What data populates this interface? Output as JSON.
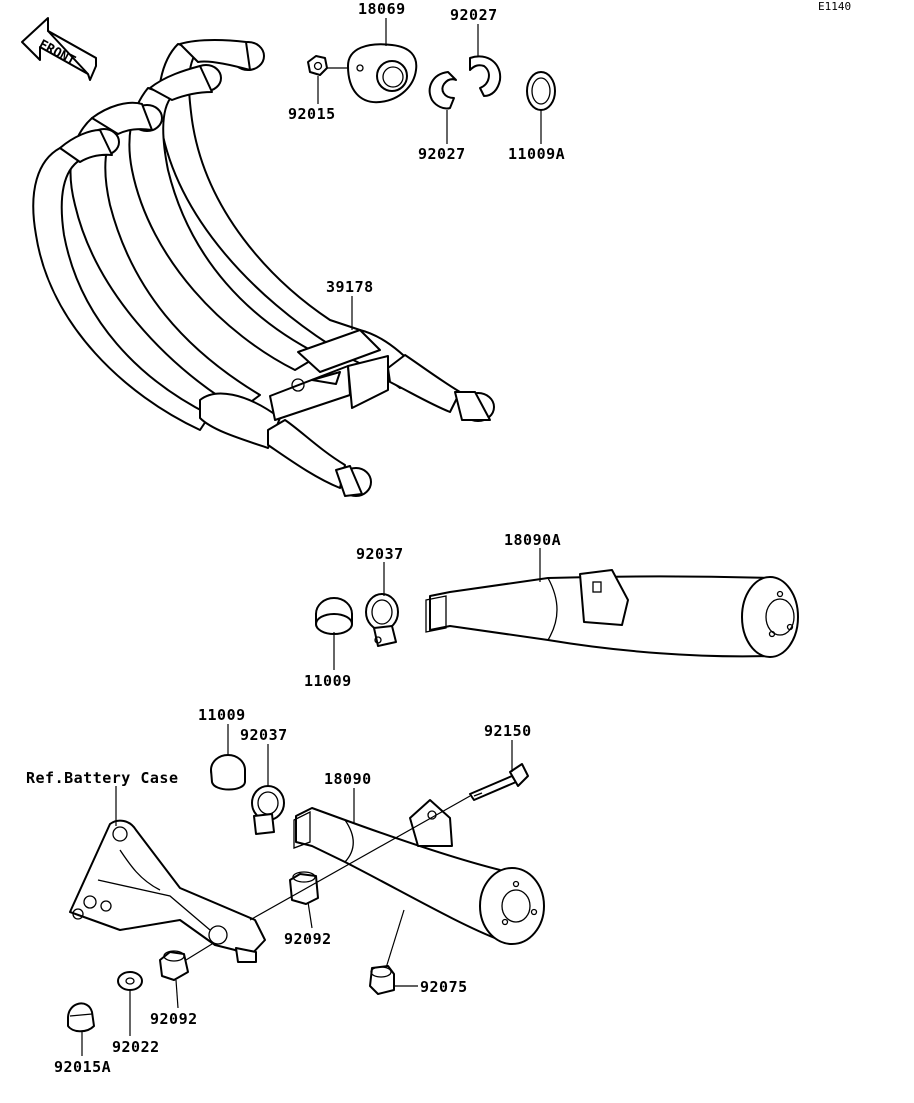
{
  "diagram_code": "E1140",
  "front_arrow_label": "FRONT",
  "ref_label": "Ref.Battery Case",
  "parts": {
    "p18069": "18069",
    "p92027_top": "92027",
    "p92015": "92015",
    "p92027_mid": "92027",
    "p11009A": "11009A",
    "p39178": "39178",
    "p92037_a": "92037",
    "p18090A": "18090A",
    "p11009_a": "11009",
    "p11009_b": "11009",
    "p92037_b": "92037",
    "p92150": "92150",
    "p18090": "18090",
    "p92092_a": "92092",
    "p92075": "92075",
    "p92092_b": "92092",
    "p92022": "92022",
    "p92015A": "92015A"
  }
}
